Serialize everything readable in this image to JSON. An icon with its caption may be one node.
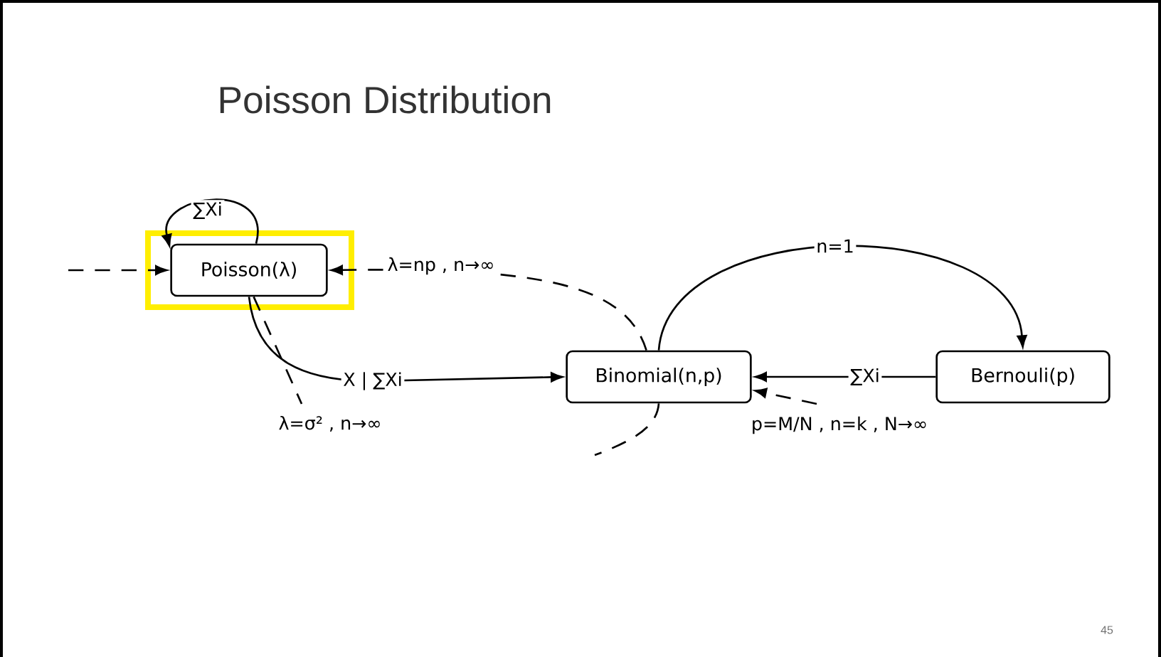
{
  "diagram": {
    "title": "Poisson Distribution",
    "nodes": [
      {
        "text": [
          "Poisson(λ)"
        ]
      },
      {
        "text": [
          "Binomial(n,p)"
        ]
      },
      {
        "text": [
          "Bernouli(p)"
        ]
      }
    ],
    "edges": [
      {
        "from": 0,
        "to": 0,
        "arrow": "to",
        "label": "∑Xi"
      },
      {
        "from": null,
        "to": 0,
        "arrow": "to",
        "style": "dashed"
      },
      {
        "from": 1,
        "to": 0,
        "arrow": "to",
        "style": "dashed",
        "label": "λ=np , n→∞"
      },
      {
        "from": 0,
        "to": 1,
        "arrow": "to",
        "label": "X | ∑Xi"
      },
      {
        "from": 0,
        "to": null,
        "arrow": "none",
        "style": "dashed",
        "label": "λ=σ² , n→∞"
      },
      {
        "from": 1,
        "to": null,
        "arrow": "none",
        "style": "dashed"
      },
      {
        "from": 1,
        "to": 2,
        "arrow": "to",
        "label": "n=1"
      },
      {
        "from": 2,
        "to": 1,
        "arrow": "to",
        "label": "∑Xi"
      },
      {
        "from": null,
        "to": 1,
        "arrow": "to",
        "style": "dashed",
        "label": "p=M/N , n=k , N→∞"
      }
    ],
    "labels": [
      "45"
    ]
  }
}
